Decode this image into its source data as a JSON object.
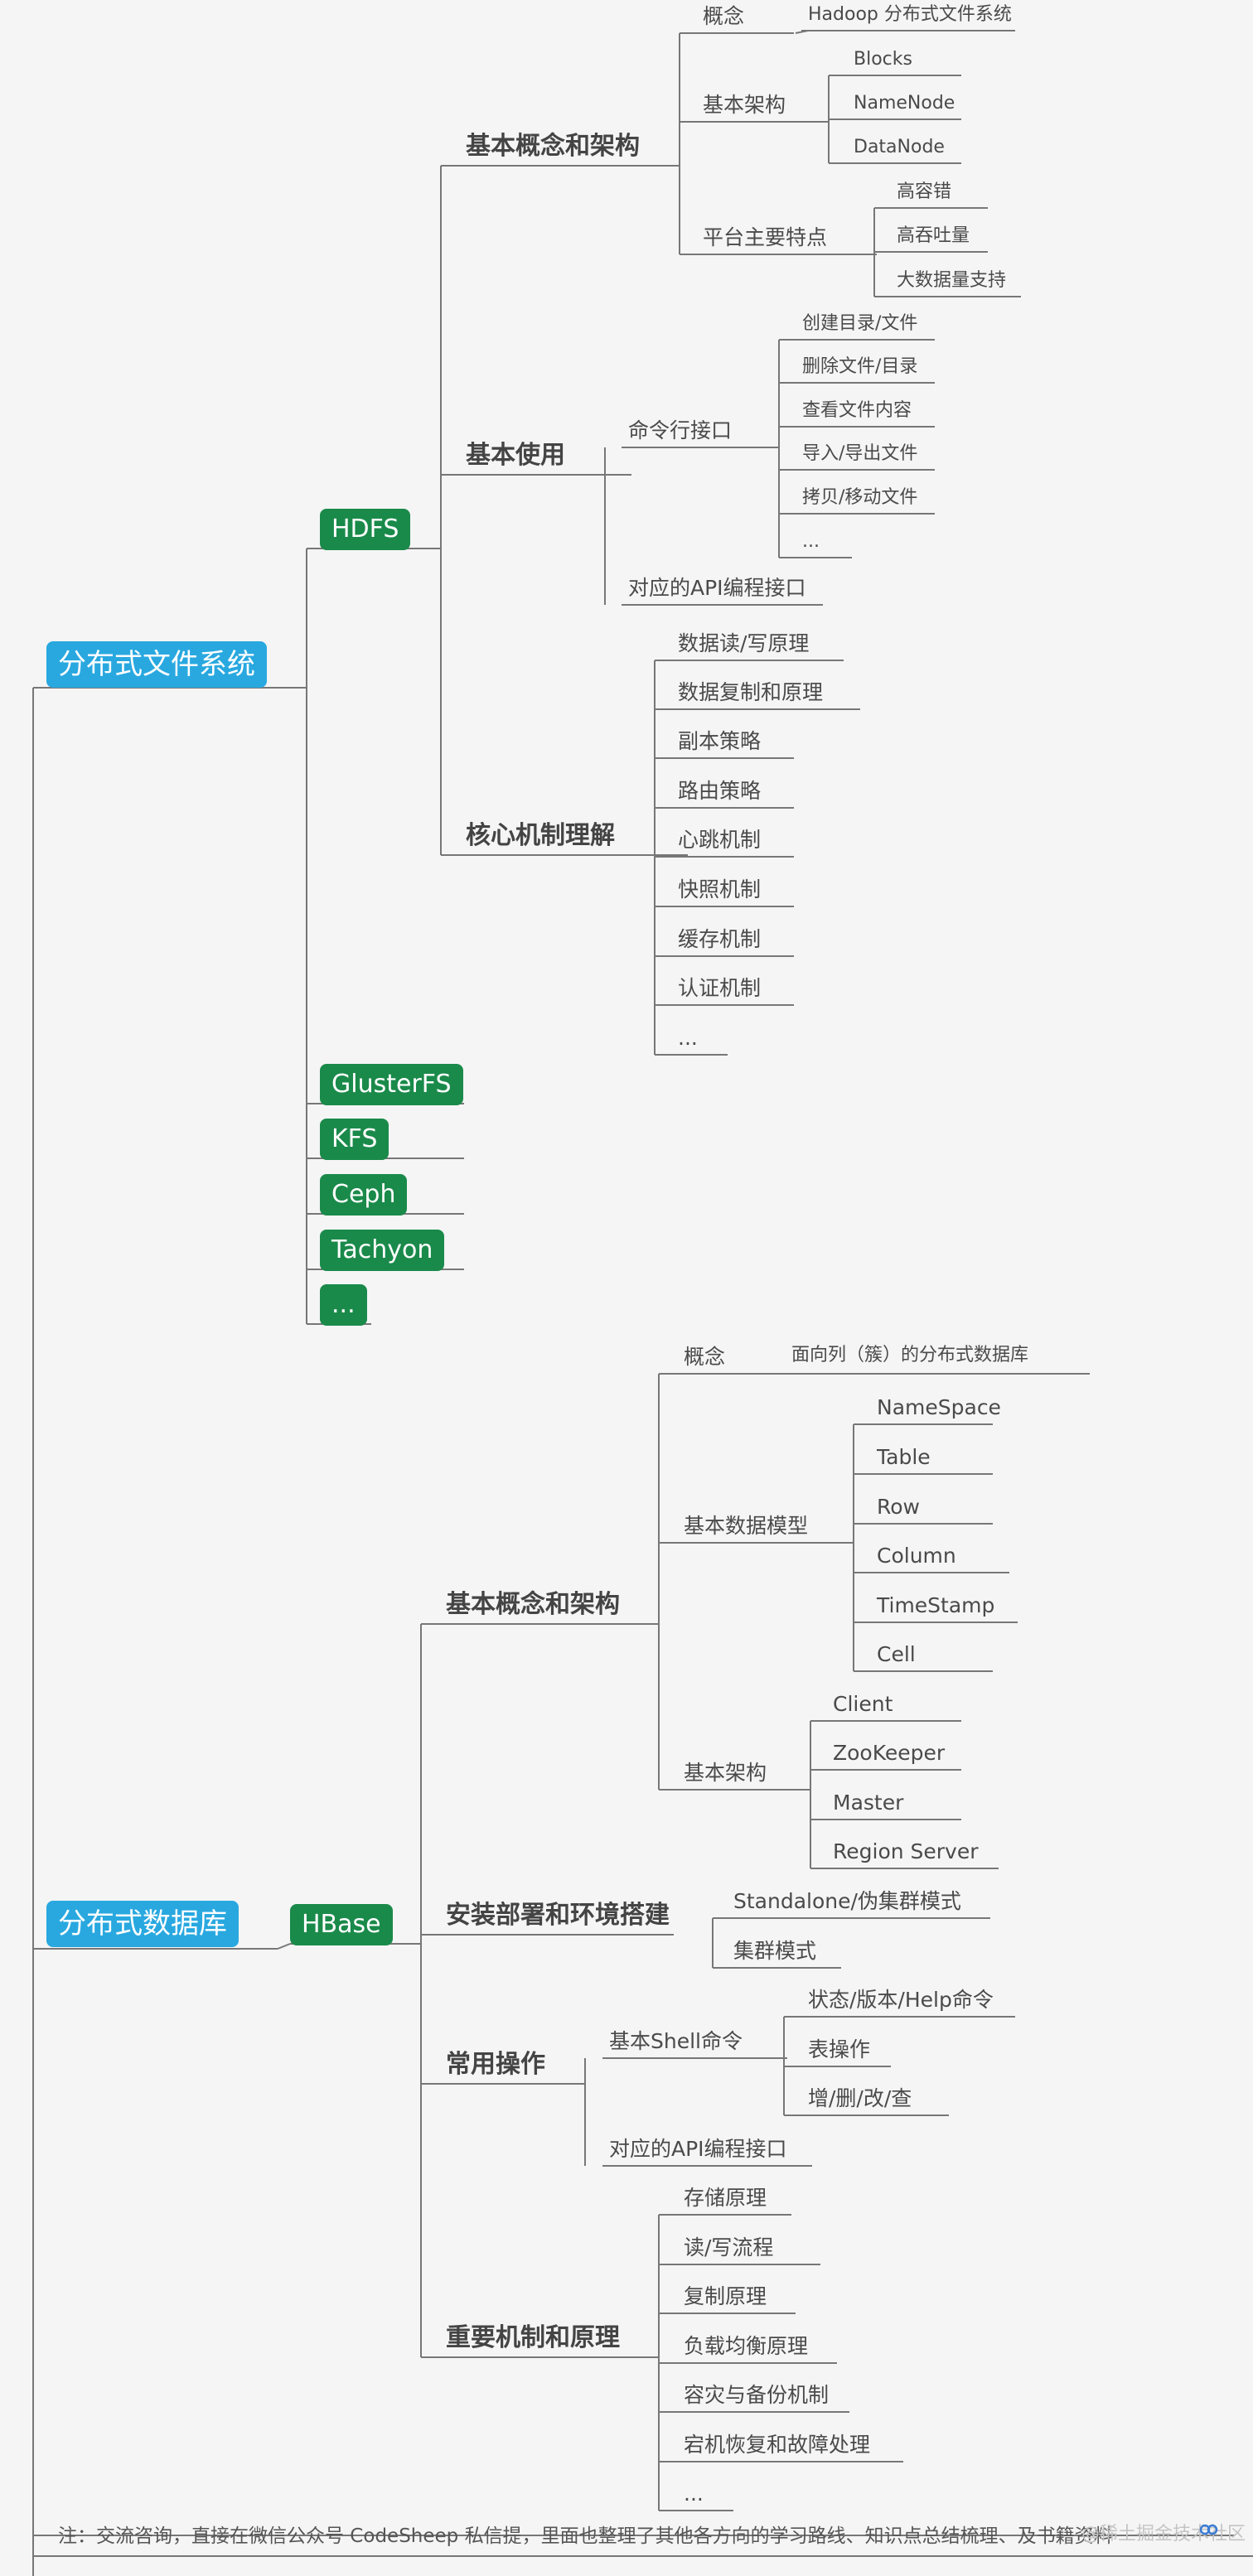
{
  "colors": {
    "root": "#29a8e0",
    "product": "#1a8a4a",
    "line": "#777777"
  },
  "sections": [
    {
      "label": "分布式文件系统",
      "products": [
        {
          "label": "HDFS",
          "groups": [
            {
              "label": "基本概念和架构",
              "items": [
                {
                  "label": "概念",
                  "children": [
                    "Hadoop 分布式文件系统"
                  ]
                },
                {
                  "label": "基本架构",
                  "children": [
                    "Blocks",
                    "NameNode",
                    "DataNode"
                  ]
                },
                {
                  "label": "平台主要特点",
                  "children": [
                    "高容错",
                    "高吞吐量",
                    "大数据量支持"
                  ]
                }
              ]
            },
            {
              "label": "基本使用",
              "items": [
                {
                  "label": "命令行接口",
                  "children": [
                    "创建目录/文件",
                    "删除文件/目录",
                    "查看文件内容",
                    "导入/导出文件",
                    "拷贝/移动文件",
                    "..."
                  ]
                },
                {
                  "label": "对应的API编程接口",
                  "children": []
                }
              ]
            },
            {
              "label": "核心机制理解",
              "items": [
                "数据读/写原理",
                "数据复制和原理",
                "副本策略",
                "路由策略",
                "心跳机制",
                "快照机制",
                "缓存机制",
                "认证机制",
                "..."
              ]
            }
          ]
        },
        {
          "label": "GlusterFS"
        },
        {
          "label": "KFS"
        },
        {
          "label": "Ceph"
        },
        {
          "label": "Tachyon"
        },
        {
          "label": "..."
        }
      ]
    },
    {
      "label": "分布式数据库",
      "products": [
        {
          "label": "HBase",
          "groups": [
            {
              "label": "基本概念和架构",
              "items": [
                {
                  "label": "概念",
                  "children": [
                    "面向列（簇）的分布式数据库"
                  ]
                },
                {
                  "label": "基本数据模型",
                  "children": [
                    "NameSpace",
                    "Table",
                    "Row",
                    "Column",
                    "TimeStamp",
                    "Cell"
                  ]
                },
                {
                  "label": "基本架构",
                  "children": [
                    "Client",
                    "ZooKeeper",
                    "Master",
                    "Region Server"
                  ]
                }
              ]
            },
            {
              "label": "安装部署和环境搭建",
              "items": [
                "Standalone/伪集群模式",
                "集群模式"
              ]
            },
            {
              "label": "常用操作",
              "items": [
                {
                  "label": "基本Shell命令",
                  "children": [
                    "状态/版本/Help命令",
                    "表操作",
                    "增/删/改/查"
                  ]
                },
                {
                  "label": "对应的API编程接口",
                  "children": []
                }
              ]
            },
            {
              "label": "重要机制和原理",
              "items": [
                "存储原理",
                "读/写流程",
                "复制原理",
                "负载均衡原理",
                "容灾与备份机制",
                "宕机恢复和故障处理",
                "..."
              ]
            }
          ]
        }
      ]
    }
  ],
  "footer": {
    "note": "注：交流咨询，直接在微信公众号 CodeSheep 私信提，里面也整理了其他各方向的学习路线、知识点总结梳理、及书籍资料",
    "watermark": "@稀土掘金技术社区"
  }
}
